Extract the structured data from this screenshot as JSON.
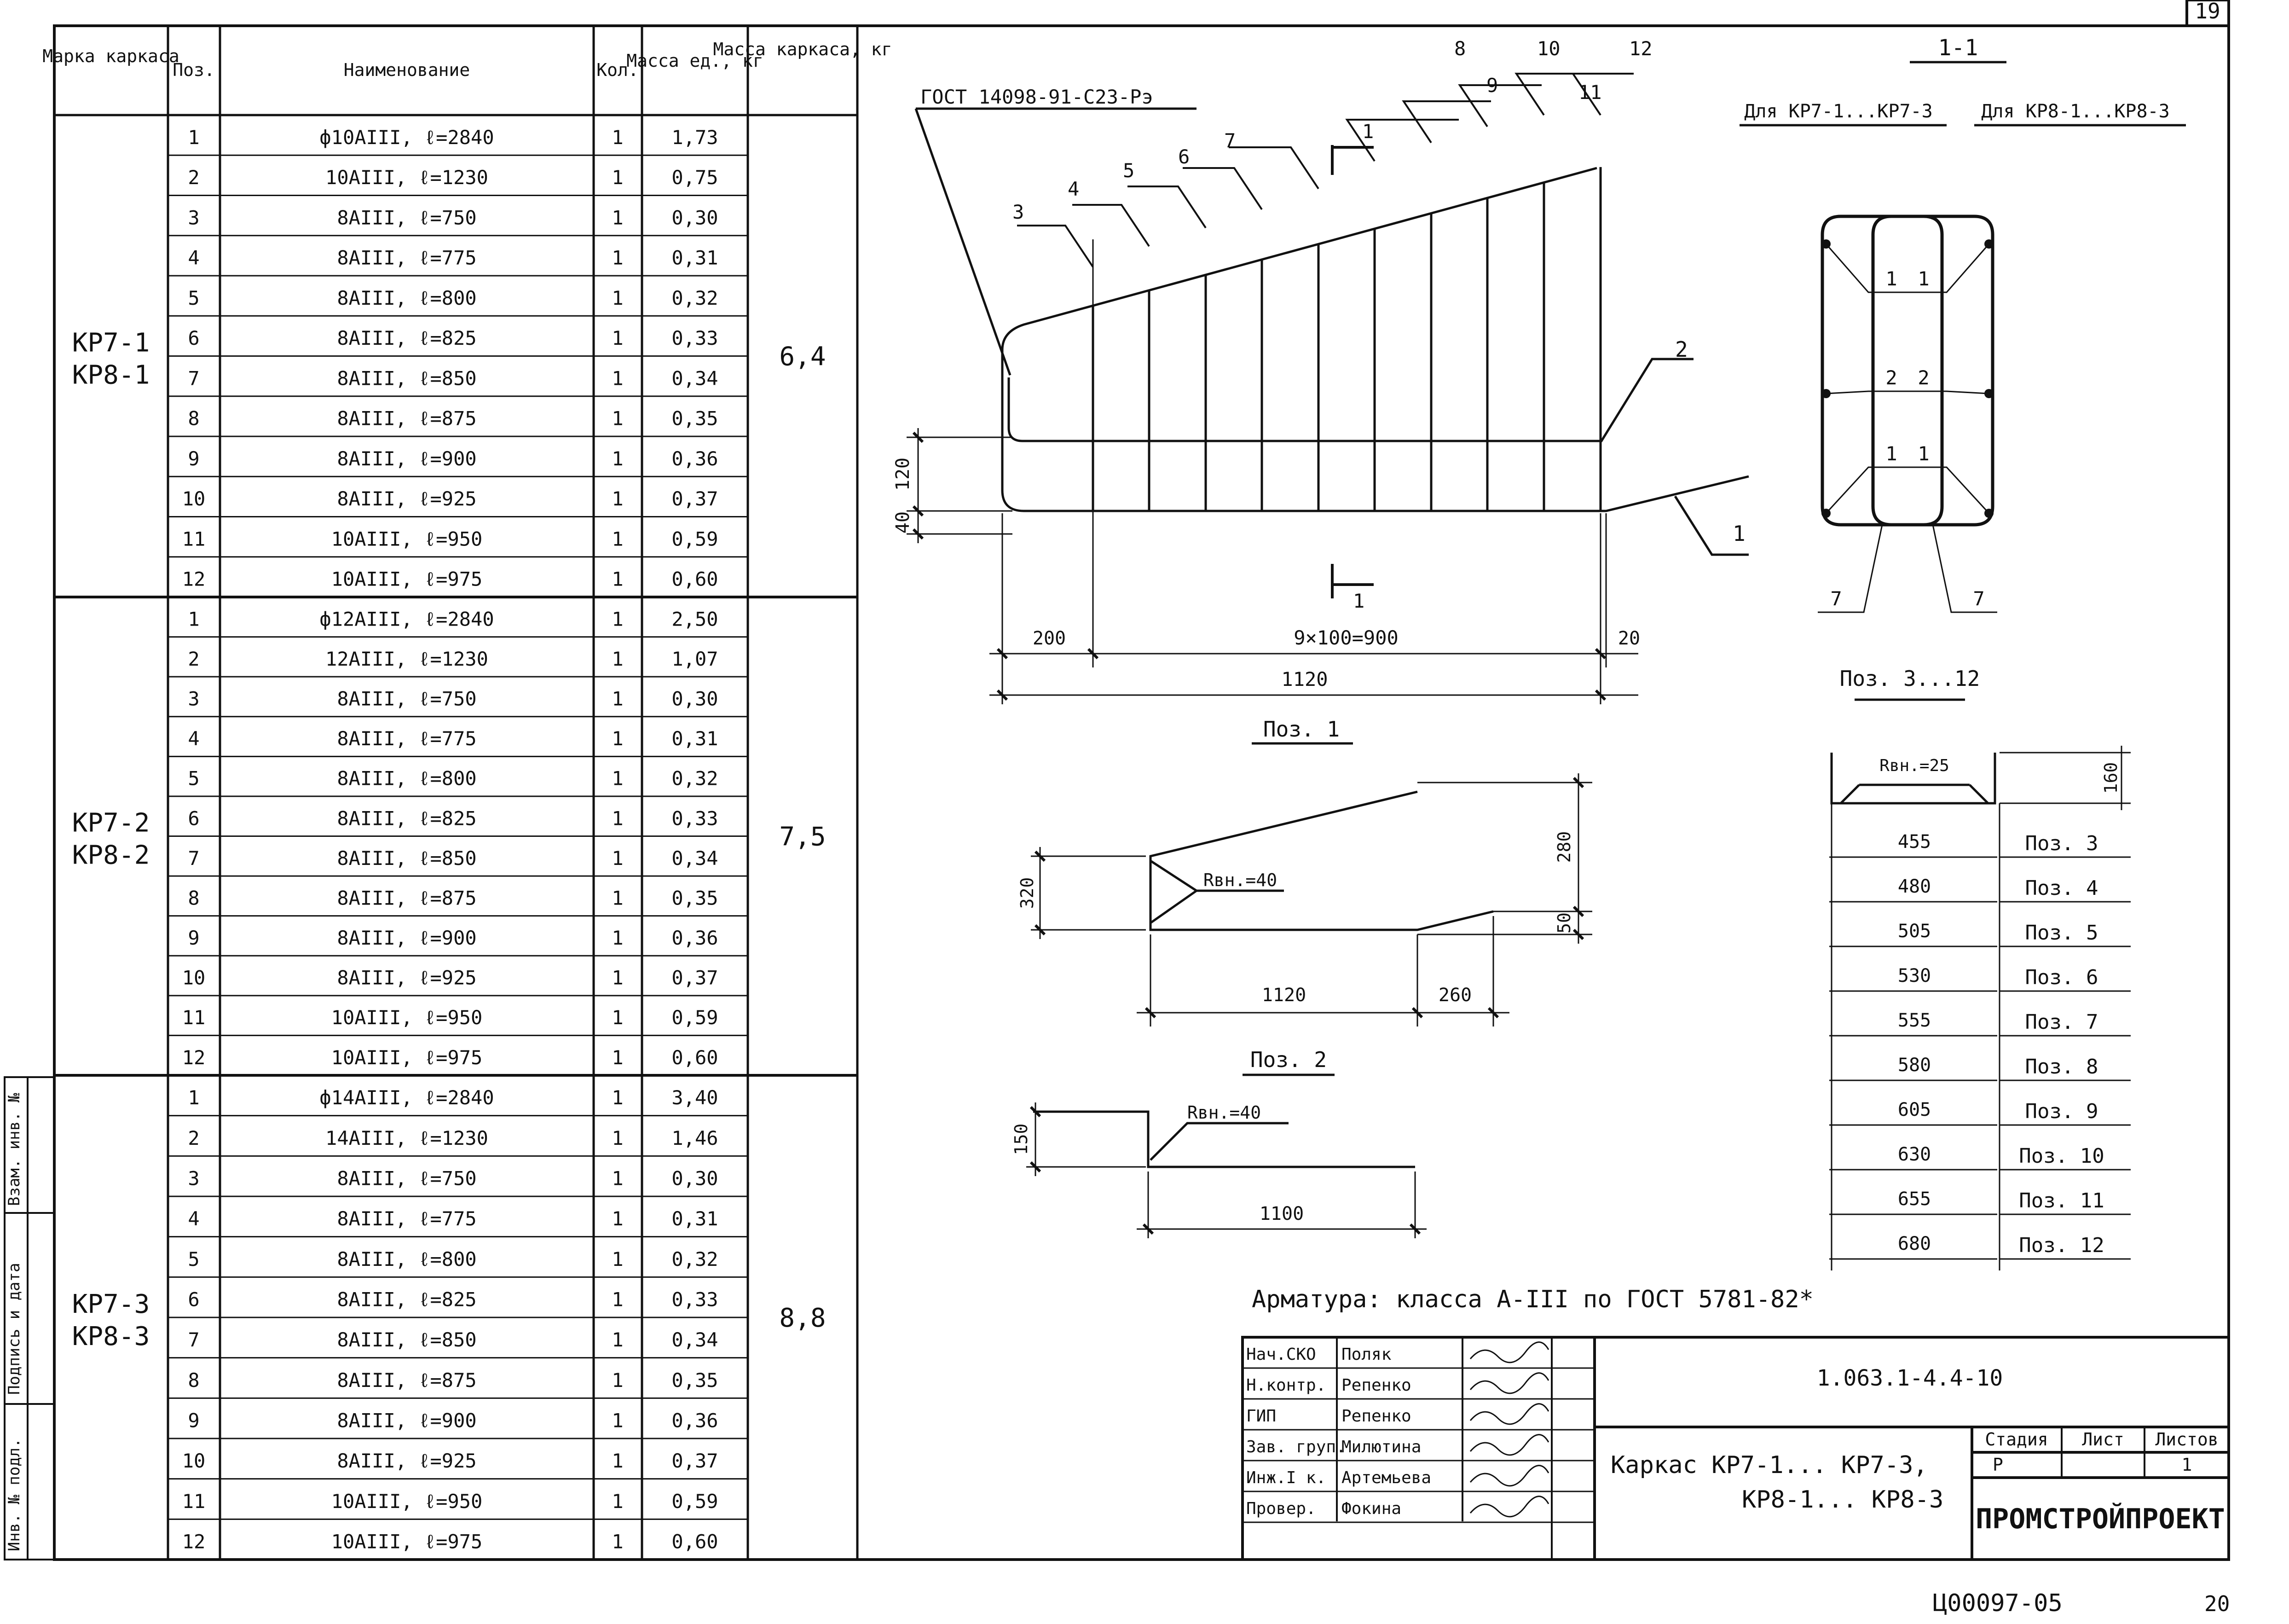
{
  "sheet_number": "19",
  "page_number": "20",
  "archive_code": "Ц00097-05",
  "side_stamp": {
    "inv_orig": "Инв. № подл.",
    "sign_date": "Подпись и дата",
    "inv_swap": "Взам. инв. №"
  },
  "table": {
    "headers": {
      "mark": "Марка каркаса",
      "pos": "Поз.",
      "name": "Наименование",
      "qty": "Кол.",
      "mass_unit": "Масса ед., кг",
      "mass_frame": "Масса каркаса, кг"
    },
    "groups": [
      {
        "marks": [
          "КР7-1",
          "КР8-1"
        ],
        "mass": "6,4",
        "rows": [
          {
            "pos": "1",
            "name": "ф10АIII, ℓ=2840",
            "qty": "1",
            "mass": "1,73"
          },
          {
            "pos": "2",
            "name": "10АIII, ℓ=1230",
            "qty": "1",
            "mass": "0,75"
          },
          {
            "pos": "3",
            "name": "8АIII, ℓ=750",
            "qty": "1",
            "mass": "0,30"
          },
          {
            "pos": "4",
            "name": "8АIII, ℓ=775",
            "qty": "1",
            "mass": "0,31"
          },
          {
            "pos": "5",
            "name": "8АIII, ℓ=800",
            "qty": "1",
            "mass": "0,32"
          },
          {
            "pos": "6",
            "name": "8АIII, ℓ=825",
            "qty": "1",
            "mass": "0,33"
          },
          {
            "pos": "7",
            "name": "8АIII, ℓ=850",
            "qty": "1",
            "mass": "0,34"
          },
          {
            "pos": "8",
            "name": "8АIII, ℓ=875",
            "qty": "1",
            "mass": "0,35"
          },
          {
            "pos": "9",
            "name": "8АIII, ℓ=900",
            "qty": "1",
            "mass": "0,36"
          },
          {
            "pos": "10",
            "name": "8АIII, ℓ=925",
            "qty": "1",
            "mass": "0,37"
          },
          {
            "pos": "11",
            "name": "10АIII, ℓ=950",
            "qty": "1",
            "mass": "0,59"
          },
          {
            "pos": "12",
            "name": "10АIII, ℓ=975",
            "qty": "1",
            "mass": "0,60"
          }
        ]
      },
      {
        "marks": [
          "КР7-2",
          "КР8-2"
        ],
        "mass": "7,5",
        "rows": [
          {
            "pos": "1",
            "name": "ф12АIII, ℓ=2840",
            "qty": "1",
            "mass": "2,50"
          },
          {
            "pos": "2",
            "name": "12АIII, ℓ=1230",
            "qty": "1",
            "mass": "1,07"
          },
          {
            "pos": "3",
            "name": "8АIII, ℓ=750",
            "qty": "1",
            "mass": "0,30"
          },
          {
            "pos": "4",
            "name": "8АIII, ℓ=775",
            "qty": "1",
            "mass": "0,31"
          },
          {
            "pos": "5",
            "name": "8АIII, ℓ=800",
            "qty": "1",
            "mass": "0,32"
          },
          {
            "pos": "6",
            "name": "8АIII, ℓ=825",
            "qty": "1",
            "mass": "0,33"
          },
          {
            "pos": "7",
            "name": "8АIII, ℓ=850",
            "qty": "1",
            "mass": "0,34"
          },
          {
            "pos": "8",
            "name": "8АIII, ℓ=875",
            "qty": "1",
            "mass": "0,35"
          },
          {
            "pos": "9",
            "name": "8АIII, ℓ=900",
            "qty": "1",
            "mass": "0,36"
          },
          {
            "pos": "10",
            "name": "8АIII, ℓ=925",
            "qty": "1",
            "mass": "0,37"
          },
          {
            "pos": "11",
            "name": "10АIII, ℓ=950",
            "qty": "1",
            "mass": "0,59"
          },
          {
            "pos": "12",
            "name": "10АIII, ℓ=975",
            "qty": "1",
            "mass": "0,60"
          }
        ]
      },
      {
        "marks": [
          "КР7-3",
          "КР8-3"
        ],
        "mass": "8,8",
        "rows": [
          {
            "pos": "1",
            "name": "ф14АIII, ℓ=2840",
            "qty": "1",
            "mass": "3,40"
          },
          {
            "pos": "2",
            "name": "14АIII, ℓ=1230",
            "qty": "1",
            "mass": "1,46"
          },
          {
            "pos": "3",
            "name": "8АIII, ℓ=750",
            "qty": "1",
            "mass": "0,30"
          },
          {
            "pos": "4",
            "name": "8АIII, ℓ=775",
            "qty": "1",
            "mass": "0,31"
          },
          {
            "pos": "5",
            "name": "8АIII, ℓ=800",
            "qty": "1",
            "mass": "0,32"
          },
          {
            "pos": "6",
            "name": "8АIII, ℓ=825",
            "qty": "1",
            "mass": "0,33"
          },
          {
            "pos": "7",
            "name": "8АIII, ℓ=850",
            "qty": "1",
            "mass": "0,34"
          },
          {
            "pos": "8",
            "name": "8АIII, ℓ=875",
            "qty": "1",
            "mass": "0,35"
          },
          {
            "pos": "9",
            "name": "8АIII, ℓ=900",
            "qty": "1",
            "mass": "0,36"
          },
          {
            "pos": "10",
            "name": "8АIII, ℓ=925",
            "qty": "1",
            "mass": "0,37"
          },
          {
            "pos": "11",
            "name": "10АIII, ℓ=950",
            "qty": "1",
            "mass": "0,59"
          },
          {
            "pos": "12",
            "name": "10АIII, ℓ=975",
            "qty": "1",
            "mass": "0,60"
          }
        ]
      }
    ]
  },
  "main_drawing": {
    "gost_label": "ГОСТ 14098-91-С23-Рэ",
    "pos_numbers": [
      "1",
      "2",
      "3",
      "4",
      "5",
      "6",
      "7",
      "8",
      "9",
      "10",
      "11",
      "12"
    ],
    "section_marker": "1",
    "dims": {
      "d120": "120",
      "d40": "40",
      "d200": "200",
      "spacing": "9×100=900",
      "d20": "20",
      "d1120": "1120"
    }
  },
  "section": {
    "title": "1-1",
    "left_label": "Для КР7-1...КР7-3",
    "right_label": "Для КР8-1...КР8-3",
    "left_marks": [
      "1",
      "2",
      "1",
      "7"
    ],
    "right_marks": [
      "1",
      "2",
      "1",
      "7"
    ]
  },
  "pos1": {
    "title": "Поз. 1",
    "radius": "Rвн.=40",
    "d280": "280",
    "d320": "320",
    "d50": "50",
    "d1120": "1120",
    "d260": "260"
  },
  "pos2": {
    "title": "Поз. 2",
    "radius": "Rвн.=40",
    "d150": "150",
    "d1100": "1100"
  },
  "pos3_12": {
    "title": "Поз. 3...12",
    "radius": "Rвн.=25",
    "d160": "160",
    "rows": [
      {
        "len": "455",
        "pos": "Поз. 3"
      },
      {
        "len": "480",
        "pos": "Поз. 4"
      },
      {
        "len": "505",
        "pos": "Поз. 5"
      },
      {
        "len": "530",
        "pos": "Поз. 6"
      },
      {
        "len": "555",
        "pos": "Поз. 7"
      },
      {
        "len": "580",
        "pos": "Поз. 8"
      },
      {
        "len": "605",
        "pos": "Поз. 9"
      },
      {
        "len": "630",
        "pos": "Поз. 10"
      },
      {
        "len": "655",
        "pos": "Поз. 11"
      },
      {
        "len": "680",
        "pos": "Поз. 12"
      }
    ]
  },
  "note": "Арматура: класса А-III по ГОСТ 5781-82*",
  "title_block": {
    "signers": [
      {
        "role": "Нач.СКО",
        "name": "Поляк"
      },
      {
        "role": "Н.контр.",
        "name": "Репенко"
      },
      {
        "role": "ГИП",
        "name": "Репенко"
      },
      {
        "role": "Зав. груп.",
        "name": "Милютина"
      },
      {
        "role": "Инж.I к.",
        "name": "Артемьева"
      },
      {
        "role": "Провер.",
        "name": "Фокина"
      }
    ],
    "doc_code": "1.063.1-4.4-10",
    "title_line1": "Каркас КР7-1... КР7-3,",
    "title_line2": "КР8-1... КР8-3",
    "stage_label": "Стадия",
    "sheet_label": "Лист",
    "sheets_label": "Листов",
    "stage": "Р",
    "sheets": "1",
    "org": "ПРОМСТРОЙПРОЕКТ"
  }
}
